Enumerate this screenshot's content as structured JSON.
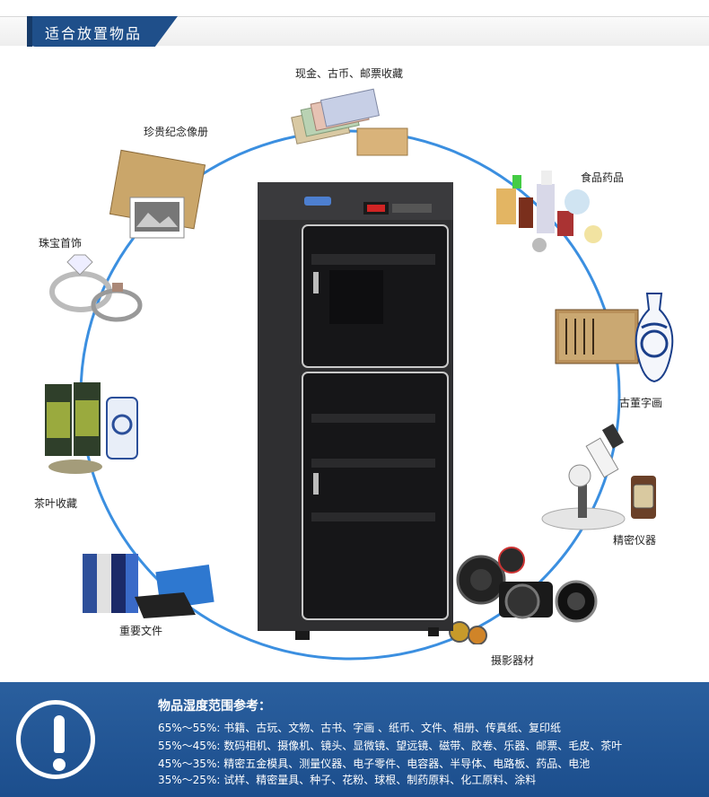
{
  "header": {
    "title": "适合放置物品"
  },
  "items": {
    "currency": "现金、古币、邮票收藏",
    "album": "珍贵纪念像册",
    "food_medicine": "食品药品",
    "jewelry": "珠宝首饰",
    "antique": "古董字画",
    "tea": "茶叶收藏",
    "instrument": "精密仪器",
    "documents": "重要文件",
    "camera": "摄影器材"
  },
  "footer": {
    "title": "物品湿度范围参考：",
    "rows": [
      "65%～55%: 书籍、古玩、文物、古书、字画 、纸币、文件、相册、传真纸、复印纸",
      "55%～45%: 数码相机、摄像机、镜头、显微镜、望远镜、磁带、胶卷、乐器、邮票、毛皮、茶叶",
      "45%～35%: 精密五金模具、测量仪器、电子零件、电容器、半导体、电路板、药品、电池",
      "35%～25%: 试样、精密量具、种子、花粉、球根、制药原料、化工原料、涂料"
    ]
  },
  "colors": {
    "accent": "#1f4f8a",
    "ring": "#3b8fe0",
    "footer_bg": "#245a98"
  }
}
